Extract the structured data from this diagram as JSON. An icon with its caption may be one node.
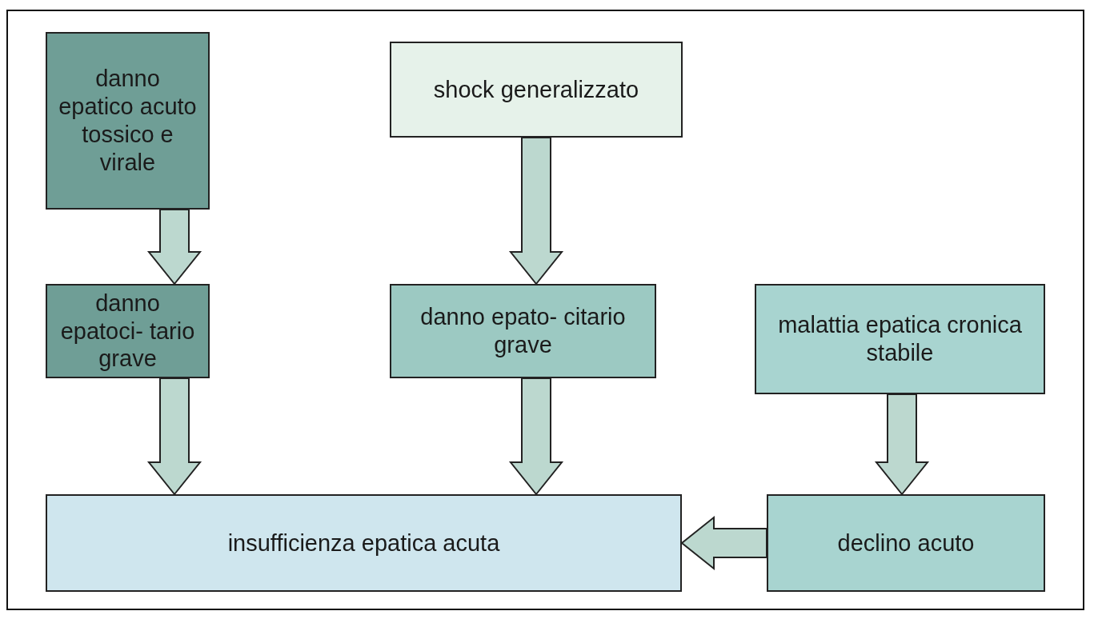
{
  "diagram": {
    "nodes": [
      {
        "text": [
          "danno epatico acuto tossico e virale"
        ]
      },
      {
        "text": [
          "shock generalizzato"
        ]
      },
      {
        "text": [
          "danno epatoci- tario grave"
        ]
      },
      {
        "text": [
          "danno epato- citario grave"
        ]
      },
      {
        "text": [
          "malattia epatica cronica stabile"
        ]
      },
      {
        "text": [
          "insufficienza epatica acuta"
        ]
      },
      {
        "text": [
          "declino acuto"
        ]
      }
    ],
    "edges": [
      {
        "from": 0,
        "to": 2,
        "arrow": "to"
      },
      {
        "from": 1,
        "to": 3,
        "arrow": "to"
      },
      {
        "from": 2,
        "to": 5,
        "arrow": "to"
      },
      {
        "from": 3,
        "to": 5,
        "arrow": "to"
      },
      {
        "from": 4,
        "to": 6,
        "arrow": "to"
      },
      {
        "from": 6,
        "to": 5,
        "arrow": "to"
      }
    ]
  }
}
